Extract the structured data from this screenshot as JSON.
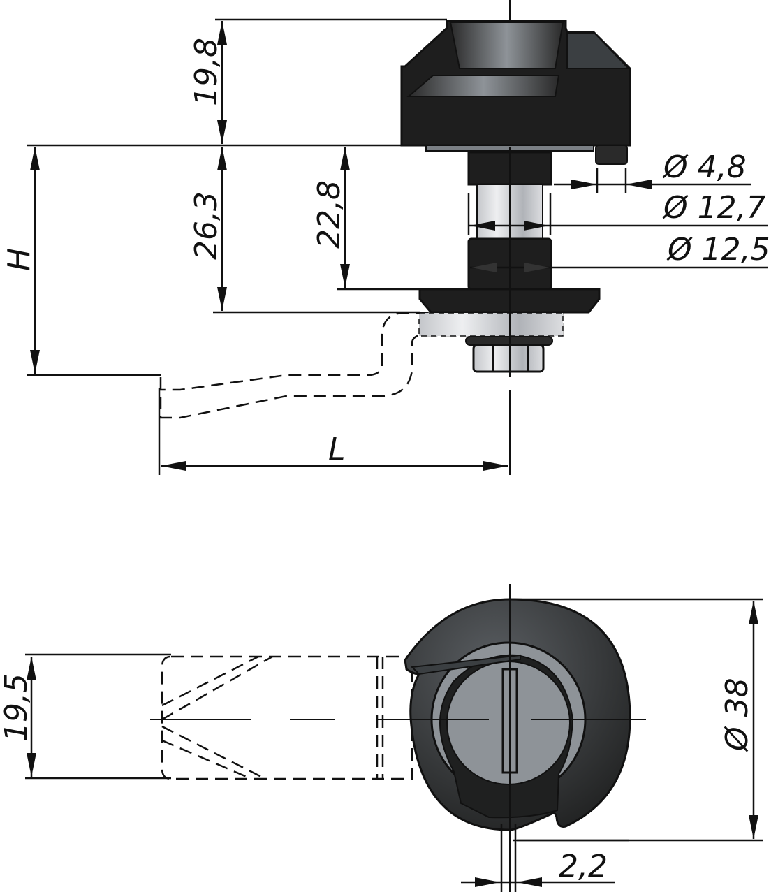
{
  "drawing": {
    "title": "Compression latch technical drawing",
    "colors": {
      "body_dark": "#1e1e1e",
      "body_highlight": "#8e9398",
      "metal_light": "#d6d7db",
      "cam_fill": "#c9cbcf",
      "line": "#111111"
    },
    "side_view": {
      "dimensions": {
        "head_height": "19,8",
        "body_height": "26,3",
        "grip_range": "22,8",
        "overall_height": "H",
        "cam_length": "L",
        "pin_diameter": "Ø 4,8",
        "shank_diameter_upper": "Ø 12,7",
        "shank_diameter_lower": "Ø 12,5"
      }
    },
    "front_view": {
      "dimensions": {
        "cam_width": "19,5",
        "head_diameter": "Ø 38",
        "slot_width": "2,2"
      }
    }
  }
}
